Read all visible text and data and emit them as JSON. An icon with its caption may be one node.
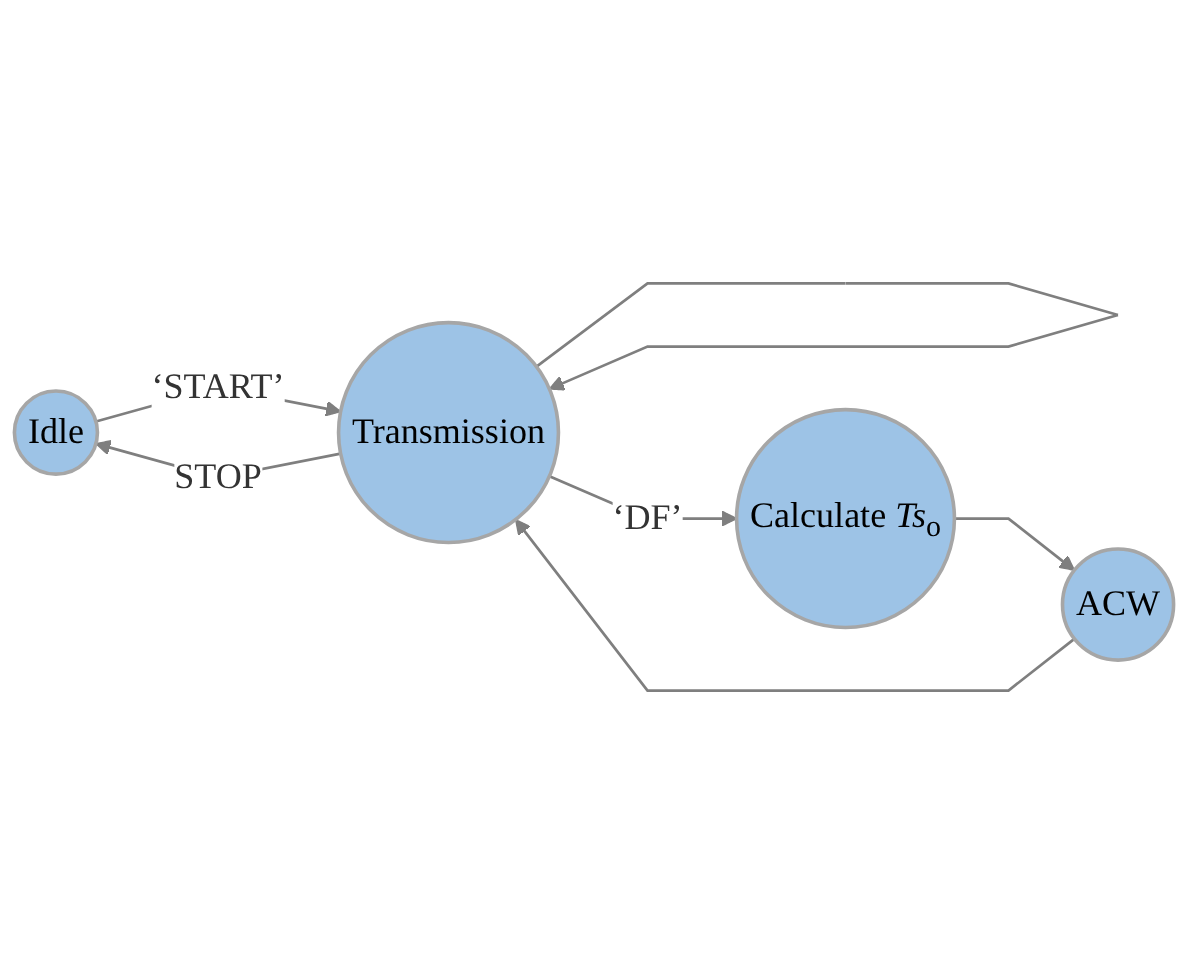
{
  "diagram": {
    "nodes": [
      {
        "text": [
          "Idle"
        ]
      },
      {
        "text": [
          "Transmission"
        ]
      },
      {
        "text": [
          "ACW"
        ]
      },
      {
        "text": [
          "Calculate *Ts*$_{o}$"
        ]
      }
    ],
    "edges": [
      {
        "from": 0,
        "to": 1,
        "arrow": "to",
        "label": "‘START’"
      },
      {
        "from": 1,
        "to": 0,
        "arrow": "to",
        "label": "STOP"
      },
      {
        "from": 1,
        "to": 1,
        "arrow": "to"
      },
      {
        "from": 2,
        "to": 1,
        "arrow": "to"
      },
      {
        "from": 1,
        "to": 3,
        "arrow": "to",
        "label": "‘DF’"
      },
      {
        "from": 3,
        "to": 2,
        "arrow": "to"
      }
    ]
  }
}
